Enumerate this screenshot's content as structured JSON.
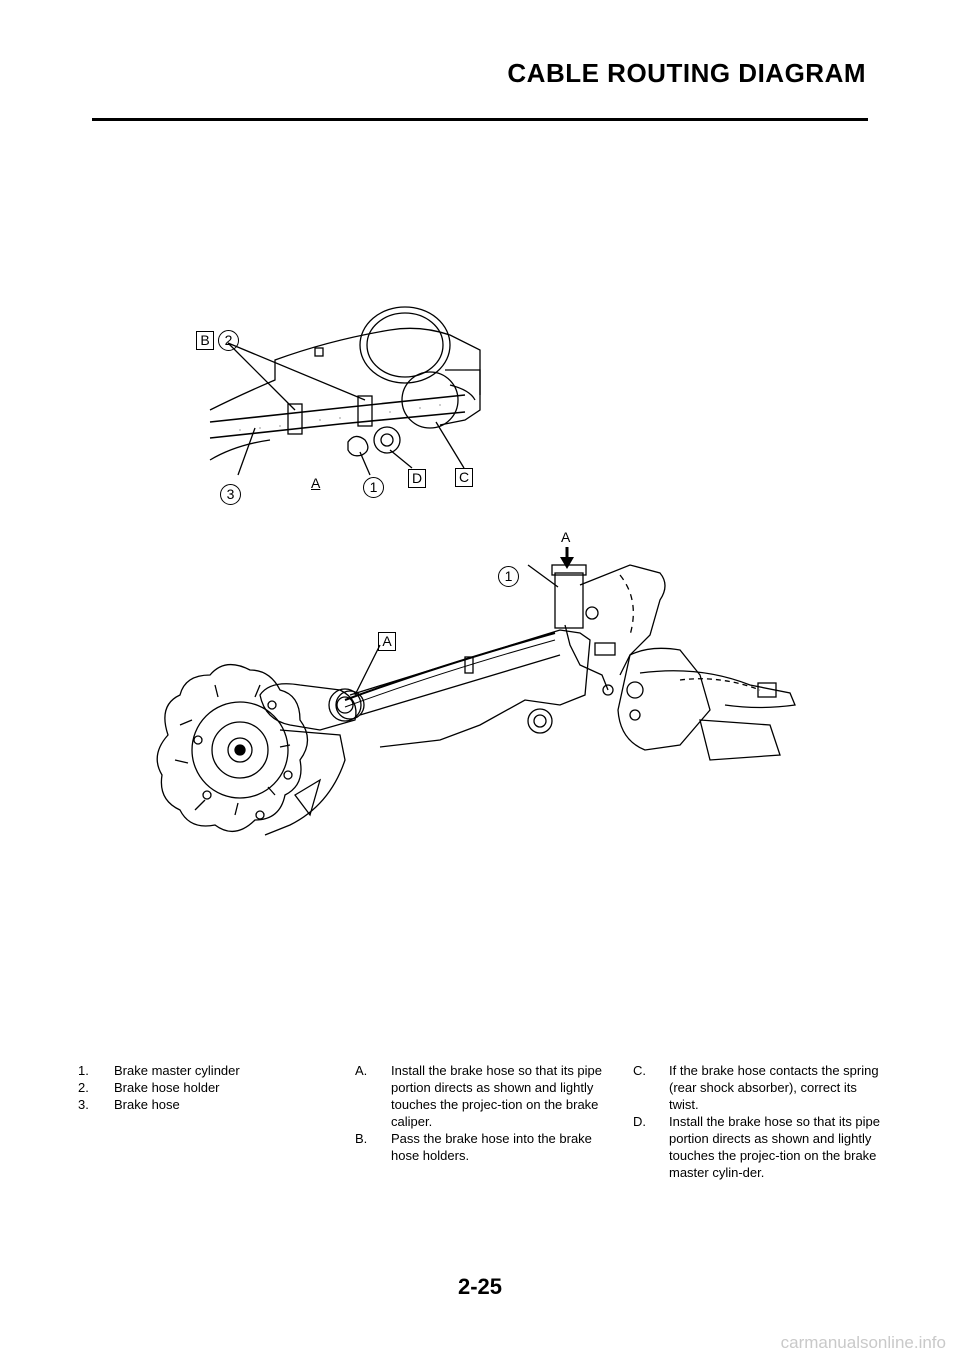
{
  "header": {
    "title": "CABLE ROUTING DIAGRAM"
  },
  "figure_top": {
    "labels": {
      "box_b": "B",
      "num_2": "2",
      "num_3": "3",
      "a_ref": "A",
      "num_1": "1",
      "box_d": "D",
      "box_c": "C"
    }
  },
  "figure_bottom": {
    "labels": {
      "arrow_a": "A",
      "num_1": "1",
      "box_a": "A"
    }
  },
  "legend": {
    "numbered": [
      {
        "num": "1.",
        "text": "Brake master cylinder"
      },
      {
        "num": "2.",
        "text": "Brake hose holder"
      },
      {
        "num": "3.",
        "text": "Brake hose"
      }
    ],
    "lettered_1": [
      {
        "num": "A.",
        "text": "Install the brake hose so that its pipe portion directs as shown and lightly touches the projec-tion on the brake caliper."
      },
      {
        "num": "B.",
        "text": "Pass the brake hose into the brake hose holders."
      }
    ],
    "lettered_2": [
      {
        "num": "C.",
        "text": "If the brake hose contacts the spring (rear shock absorber), correct its twist."
      },
      {
        "num": "D.",
        "text": "Install the brake hose so that its pipe portion directs as shown and lightly touches the projec-tion on the brake master cylin-der."
      }
    ]
  },
  "footer": {
    "page_number": "2-25",
    "watermark": "carmanualsonline.info"
  }
}
